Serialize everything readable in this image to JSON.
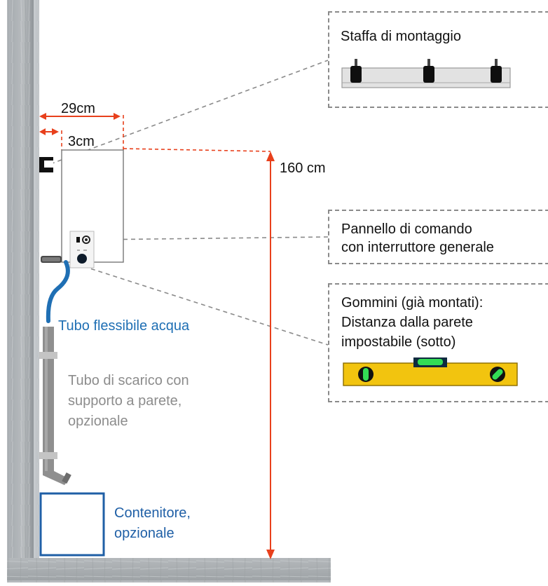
{
  "dimensions": {
    "width_label": "29cm",
    "offset_label": "3cm",
    "height_label": "160 cm"
  },
  "callouts": {
    "bracket_title": "Staffa di montaggio",
    "panel_line1": "Pannello di comando",
    "panel_line2": "con interruttore generale",
    "grommet_line1": "Gommini (già montati):",
    "grommet_line2": "Distanza dalla parete",
    "grommet_line3": "impostabile (sotto)"
  },
  "labels": {
    "hose": "Tubo flessibile acqua",
    "drain_line1": "Tubo di scarico con",
    "drain_line2": "supporto a parete,",
    "drain_line3": "opzionale",
    "container_line1": "Contenitore,",
    "container_line2": "opzionale"
  },
  "colors": {
    "dimension_red": "#e8401c",
    "hose_blue": "#1f6fb4",
    "drain_gray": "#8c8c8c",
    "container_blue": "#1f5fa6",
    "level_yellow": "#f2c40f",
    "callout_border": "#8a8a8a"
  },
  "icons": [
    "mounting-bracket-icon",
    "spirit-level-icon",
    "control-panel-icon"
  ]
}
